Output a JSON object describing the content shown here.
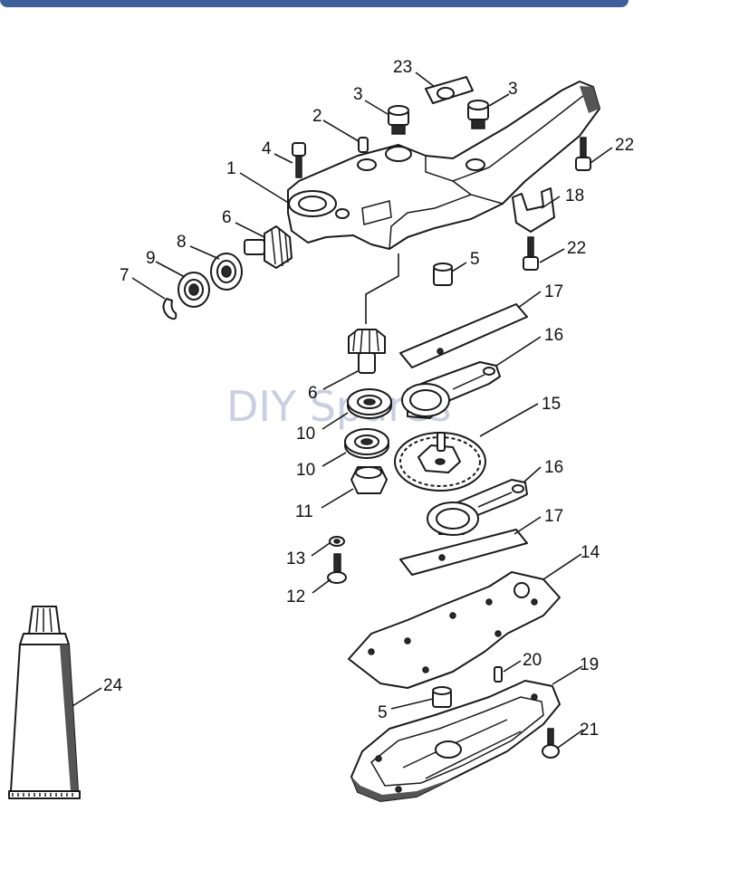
{
  "watermark": "DIY Spares",
  "callouts": {
    "c1": "1",
    "c2": "2",
    "c3a": "3",
    "c3b": "3",
    "c4": "4",
    "c5a": "5",
    "c5b": "5",
    "c6a": "6",
    "c6b": "6",
    "c7": "7",
    "c8": "8",
    "c9": "9",
    "c10a": "10",
    "c10b": "10",
    "c11": "11",
    "c12": "12",
    "c13": "13",
    "c14": "14",
    "c15": "15",
    "c16a": "16",
    "c16b": "16",
    "c17a": "17",
    "c17b": "17",
    "c18": "18",
    "c19": "19",
    "c20": "20",
    "c21": "21",
    "c22a": "22",
    "c22b": "22",
    "c23": "23",
    "c24": "24"
  }
}
